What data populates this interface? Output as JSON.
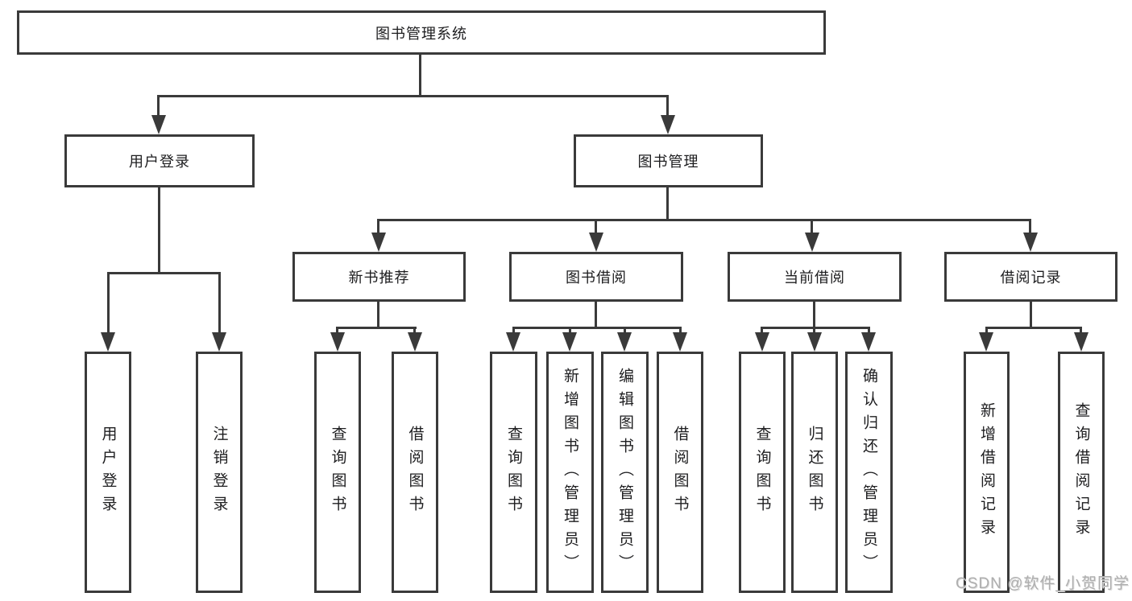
{
  "diagram_title": "图书管理系统",
  "nodes": {
    "root": "图书管理系统",
    "user_login": "用户登录",
    "book_management": "图书管理",
    "new_book_recommend": "新书推荐",
    "book_borrowing": "图书借阅",
    "current_borrowing": "当前借阅",
    "borrowing_records": "借阅记录",
    "leaf_user_login": "用户登录",
    "leaf_logout": "注销登录",
    "leaf_query_books_recommend": "查询图书",
    "leaf_borrow_books_recommend": "借阅图书",
    "leaf_query_books_borrowing": "查询图书",
    "leaf_add_book_admin": "新增图书（管理员）",
    "leaf_edit_book_admin": "编辑图书（管理员）",
    "leaf_borrow_books_borrowing": "借阅图书",
    "leaf_query_books_current": "查询图书",
    "leaf_return_books": "归还图书",
    "leaf_confirm_return_admin": "确认归还（管理员）",
    "leaf_add_borrow_record": "新增借阅记录",
    "leaf_query_borrow_record": "查询借阅记录"
  },
  "hierarchy": {
    "图书管理系统": {
      "用户登录": [
        "用户登录",
        "注销登录"
      ],
      "图书管理": {
        "新书推荐": [
          "查询图书",
          "借阅图书"
        ],
        "图书借阅": [
          "查询图书",
          "新增图书（管理员）",
          "编辑图书（管理员）",
          "借阅图书"
        ],
        "当前借阅": [
          "查询图书",
          "归还图书",
          "确认归还（管理员）"
        ],
        "借阅记录": [
          "新增借阅记录",
          "查询借阅记录"
        ]
      }
    }
  },
  "watermark": {
    "text": "CSDN @软件_小贺同学",
    "color": "#aeaeae"
  },
  "colors": {
    "line": "#3a3a3a",
    "text": "#1d1d1f",
    "background": "#ffffff"
  }
}
